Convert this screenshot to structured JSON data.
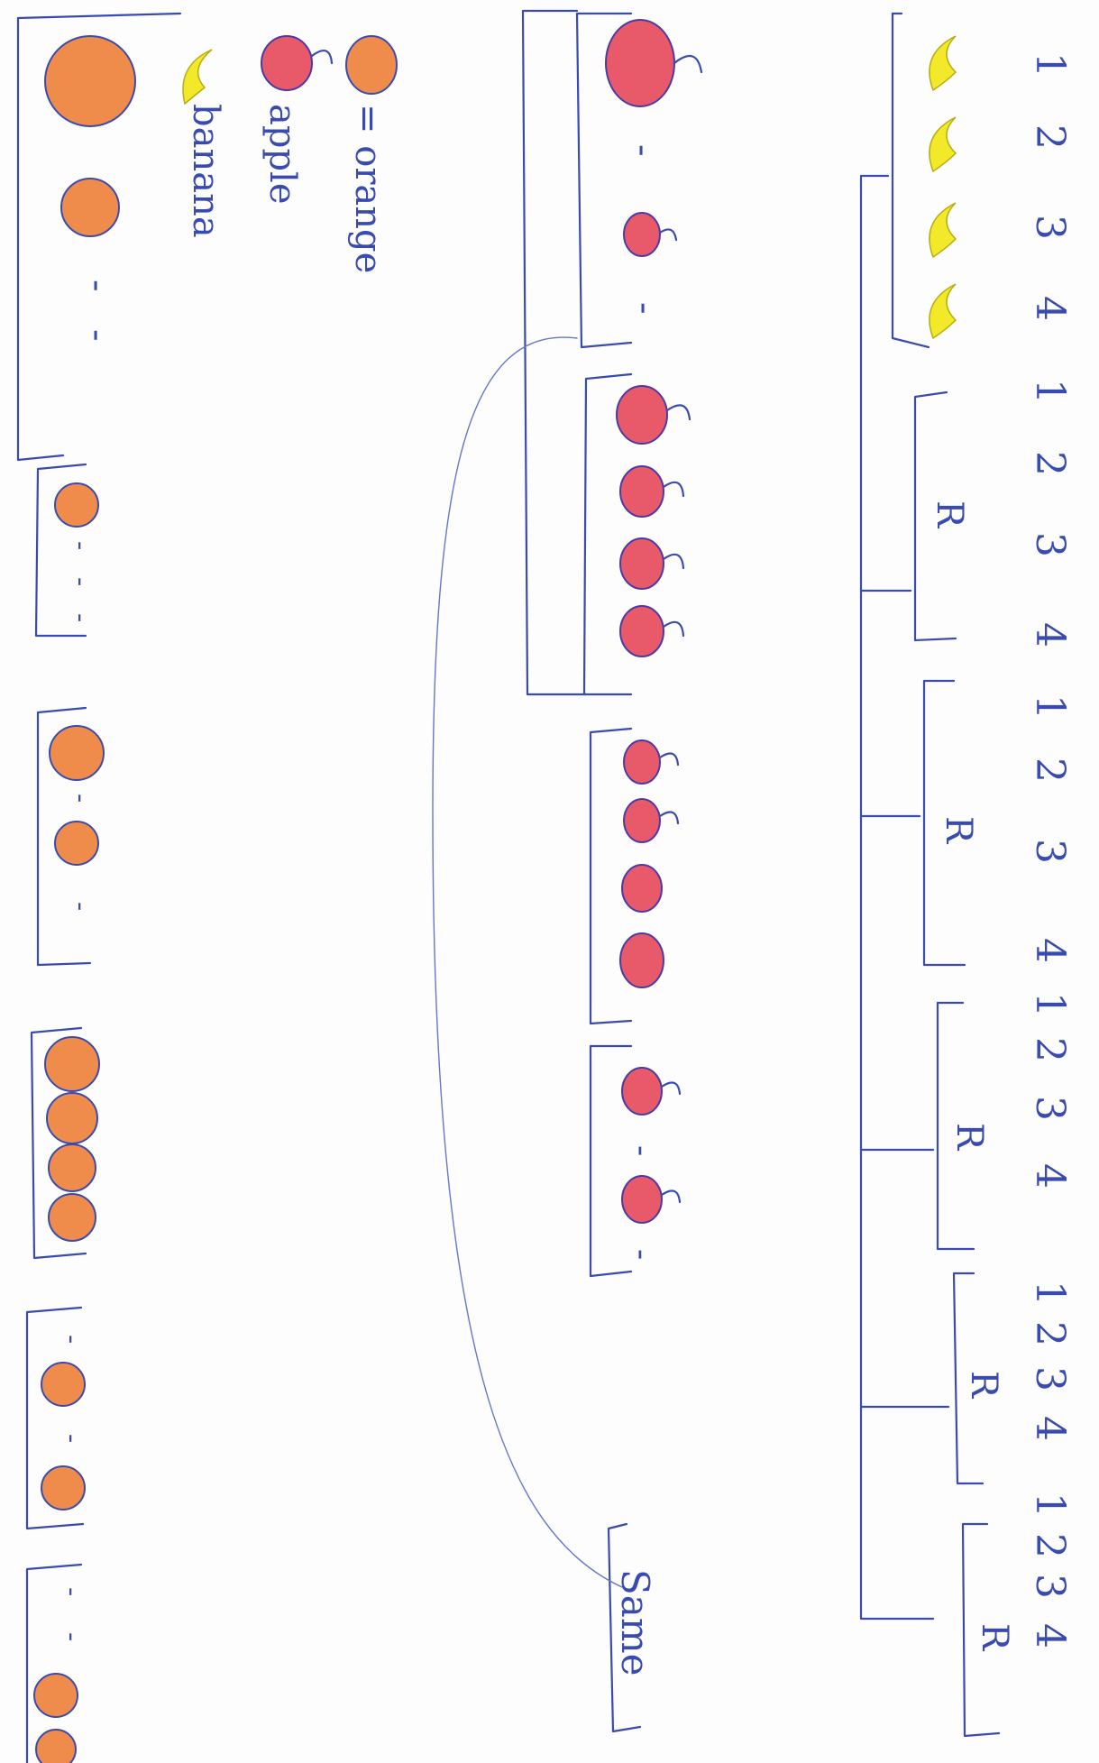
{
  "beat_numbers": [
    "1",
    "2",
    "3",
    "4",
    "1",
    "2",
    "3",
    "4",
    "1",
    "2",
    "3",
    "4",
    "1",
    "2",
    "3",
    "4",
    "1",
    "2",
    "3",
    "4",
    "1",
    "2",
    "3",
    "4"
  ],
  "repeat_mark": "R",
  "same_label": "Same",
  "legend": {
    "orange": "= orange",
    "apple": "apple",
    "banana": "banana"
  },
  "dash": "-",
  "colors": {
    "ink": "#3a4bb0",
    "banana": "#f2e92a",
    "apple": "#e85a6a",
    "orange": "#ef8c4c"
  }
}
